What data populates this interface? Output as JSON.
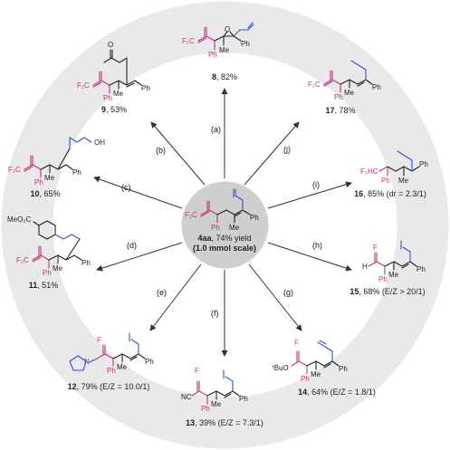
{
  "colors": {
    "outer_ring": "#e9e9e9",
    "inner_ring": "#ffffff",
    "center_disc": "#cfcfcf",
    "pink": "#c0327a",
    "blue": "#2f55c8",
    "arrow": "#333333"
  },
  "center": {
    "compound": "4aa",
    "yield_text": ", 74% yield",
    "scale_text": "(1.0 mmol scale)"
  },
  "conditions": [
    "(a)",
    "(b)",
    "(c)",
    "(d)",
    "(e)",
    "(f)",
    "(g)",
    "(h)",
    "(i)",
    "(j)"
  ],
  "products": [
    {
      "number": "8",
      "detail": ", 82%"
    },
    {
      "number": "9",
      "detail": ", 53%"
    },
    {
      "number": "10",
      "detail": ", 65%"
    },
    {
      "number": "11",
      "detail": ", 51%"
    },
    {
      "number": "12",
      "detail": ", 79% (E/Z = 10.0/1)"
    },
    {
      "number": "13",
      "detail": ", 39% (E/Z = 7.3/1)"
    },
    {
      "number": "14",
      "detail": ", 64% (E/Z = 1.8/1)"
    },
    {
      "number": "15",
      "detail": ", 68% (E/Z > 20/1)"
    },
    {
      "number": "16",
      "detail": ", 85% (dr = 2.3/1)"
    },
    {
      "number": "17",
      "detail": ", 78%"
    }
  ],
  "atoms": {
    "F2C": "F₂C",
    "Ph": "Ph",
    "Me": "Me",
    "O": "O",
    "OH": "OH",
    "MeO2C": "MeO₂C",
    "F": "F",
    "H": "H",
    "NC": "NC",
    "tBuO": "ᵗBuO",
    "F2HC": "F₂HC",
    "N": "N"
  }
}
